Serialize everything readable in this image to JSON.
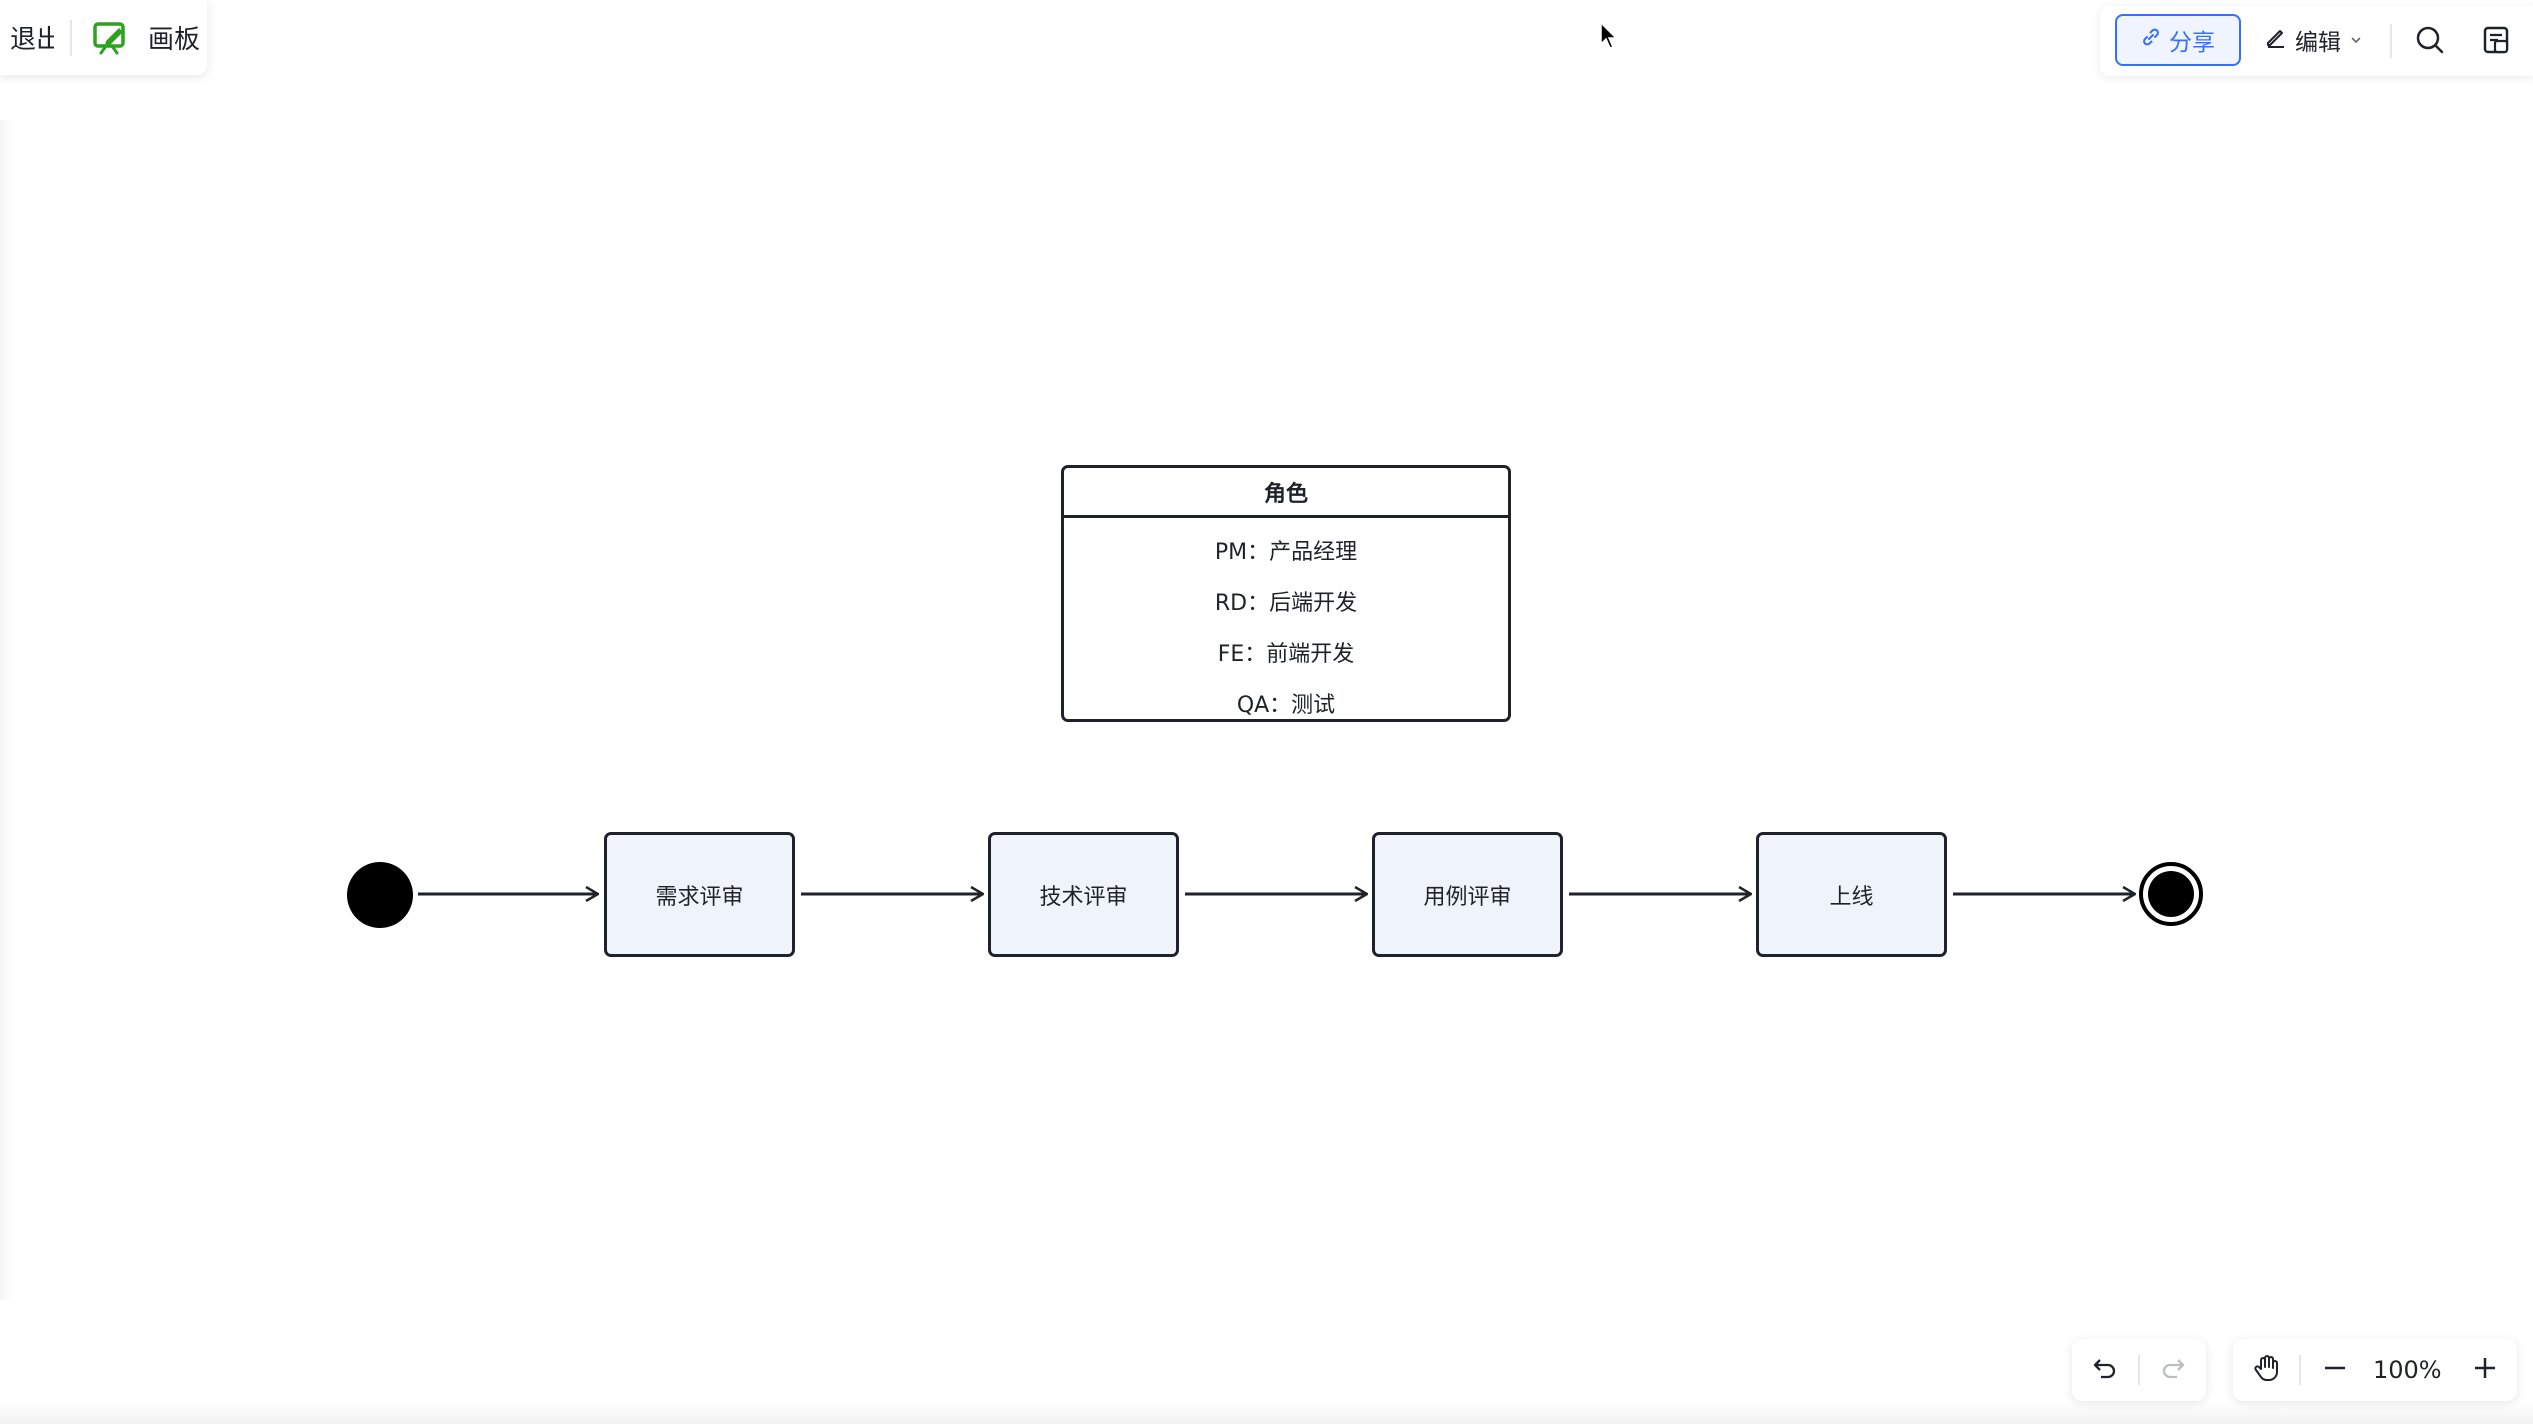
{
  "toolbar_left": {
    "exit_label": "退出",
    "board_label": "画板",
    "board_icon": "whiteboard-icon"
  },
  "toolbar_right": {
    "share_label": "分享",
    "share_icon": "link-icon",
    "edit_label": "编辑",
    "edit_icon": "pencil-icon",
    "search_icon": "search-icon",
    "doc_icon": "document-icon",
    "accent": "#3370ff"
  },
  "role_legend": {
    "title": "角色",
    "items": [
      "PM：产品经理",
      "RD：后端开发",
      "FE：前端开发",
      "QA：测试"
    ]
  },
  "flow": {
    "states": [
      "需求评审",
      "技术评审",
      "用例评审",
      "上线"
    ],
    "state_fill": "#eff3fc"
  },
  "bottom_controls": {
    "undo_icon": "undo-icon",
    "redo_icon": "redo-icon",
    "hand_icon": "hand-icon",
    "zoom_out_icon": "minus-icon",
    "zoom_in_icon": "plus-icon",
    "zoom_level": "100%"
  }
}
